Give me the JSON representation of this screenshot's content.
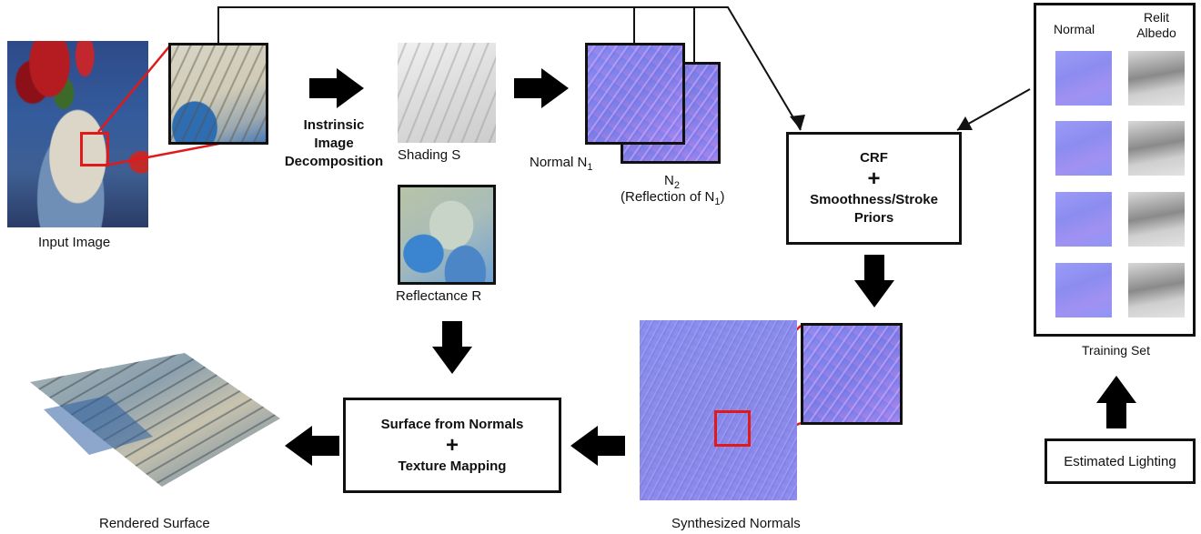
{
  "labels": {
    "input_image": "Input Image",
    "intrinsic_line1": "Instrinsic",
    "intrinsic_line2": "Image",
    "intrinsic_line3": "Decomposition",
    "shading": "Shading S",
    "reflectance": "Reflectance R",
    "normal_n1_base": "Normal N",
    "normal_n1_sub": "1",
    "n2_base": "N",
    "n2_sub": "2",
    "n2_paren_open": "(Reflection of N",
    "n2_paren_sub": "1",
    "n2_paren_close": ")",
    "crf_title": "CRF",
    "crf_plus": "+",
    "crf_priors_line1": "Smoothness/Stroke",
    "crf_priors_line2": "Priors",
    "training_normal": "Normal",
    "training_relit_line1": "Relit",
    "training_relit_line2": "Albedo",
    "training_set": "Training Set",
    "estimated_lighting": "Estimated Lighting",
    "surface_line1": "Surface from Normals",
    "surface_plus": "+",
    "surface_line2": "Texture Mapping",
    "synthesized_normals": "Synthesized Normals",
    "rendered_surface": "Rendered Surface"
  },
  "colors": {
    "highlight": "#e0191b",
    "normal_map": "#8587ee",
    "arrow": "#000000"
  }
}
